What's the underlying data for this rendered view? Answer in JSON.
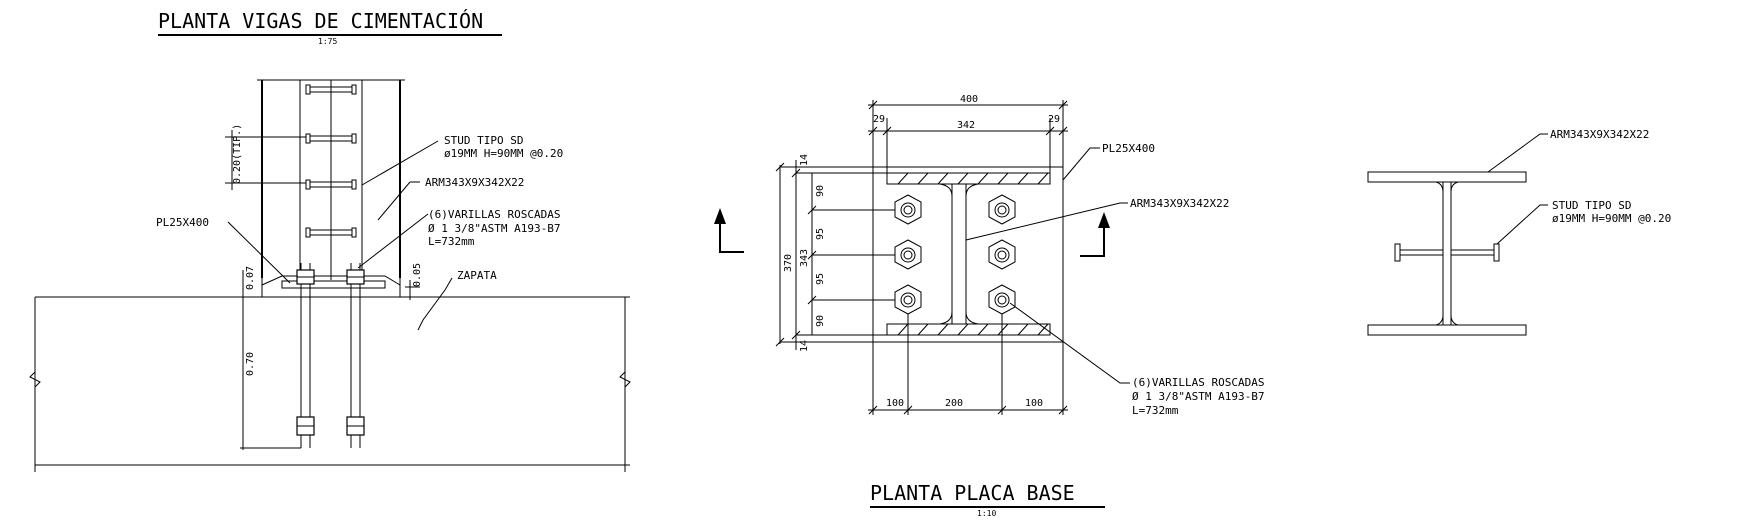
{
  "titles": {
    "left": "PLANTA VIGAS DE CIMENTACIÓN",
    "left_scale": "1:75",
    "center": "PLANTA PLACA BASE",
    "center_scale": "1:10"
  },
  "left_view": {
    "stud_label_1": "STUD TIPO SD",
    "stud_label_2": "ø19MM H=90MM @0.20",
    "beam_label": "ARM343X9X342X22",
    "rods_label_1": "(6)VARILLAS ROSCADAS",
    "rods_label_2": "Ø 1 3/8\"ASTM A193-B7",
    "rods_label_3": "L=732mm",
    "plate_label": "PL25X400",
    "footing_label": "ZAPATA",
    "dim_spacing": "0.20(TIP.)",
    "dim_plate": "0.07",
    "dim_grout": "0.05",
    "dim_embed": "0.70"
  },
  "center_view": {
    "dim_total_w": "400",
    "dim_edge_l": "29",
    "dim_inner_w": "342",
    "dim_edge_r": "29",
    "dim_total_h": "370",
    "dim_inner_h": "343",
    "dim_top": "14",
    "dim_bot": "14",
    "dim_row1": "90",
    "dim_row2": "95",
    "dim_row3": "95",
    "dim_row4": "90",
    "dim_b1": "100",
    "dim_b2": "200",
    "dim_b3": "100",
    "plate_label": "PL25X400",
    "beam_label": "ARM343X9X342X22",
    "rods_label_1": "(6)VARILLAS ROSCADAS",
    "rods_label_2": "Ø 1 3/8\"ASTM A193-B7",
    "rods_label_3": "L=732mm"
  },
  "right_view": {
    "beam_label": "ARM343X9X342X22",
    "stud_label_1": "STUD TIPO SD",
    "stud_label_2": "ø19MM H=90MM @0.20"
  }
}
